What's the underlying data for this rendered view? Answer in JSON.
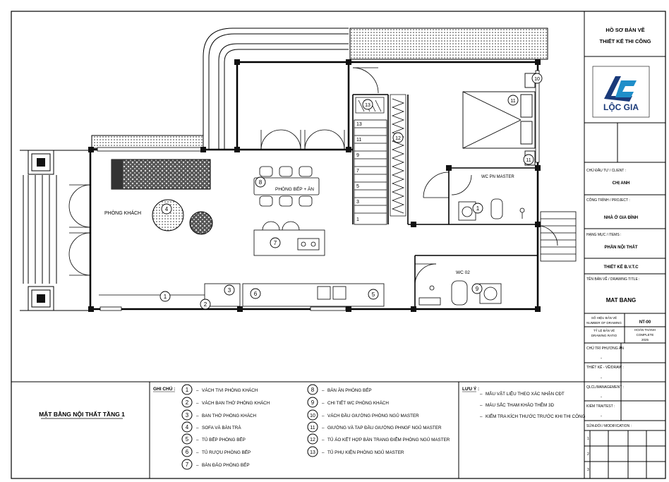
{
  "title_block": {
    "header_line1": "HỒ SƠ BẢN VẼ",
    "header_line2": "THIẾT KẾ THI CÔNG",
    "logo_text": "LỘC GIA",
    "client_label": "CHỦ ĐẦU TƯ / CLIENT :",
    "client_value": "CHỊ ANH",
    "project_label": "CÔNG TRÌNH / PROJECT :",
    "project_value": "NHÀ Ở GIA ĐÌNH",
    "category_label": "HẠNG MỤC / ITEMS :",
    "category_value": "PHẦN NỘI THẤT",
    "stage_value": "THIẾT KẾ B.V.T.C",
    "drawing_title_label": "TÊN BẢN VẼ / DRAWING TITLE :",
    "drawing_title_value": "MAT BANG",
    "drawing_no_label_1": "SỐ HIỆU BẢN VẼ",
    "drawing_no_label_2": "NUMBER OF DRAWING",
    "drawing_no_value": "NT-00",
    "ratio_label_1": "TỶ LỆ BẢN VẼ",
    "ratio_label_2": "DRAWING RATIO",
    "complete_label_1": "HOÀN THÀNH",
    "complete_label_2": "COMPLETE",
    "complete_year": "2025",
    "manager_label": "CHỦ TRÌ PHƯƠNG ÁN",
    "dash": "-",
    "design_label": "THIẾT KẾ - VẼ/DRAW :",
    "qa_label": "QLCL/MANAGEMENT :",
    "check_label": "KIỂM TRA/TEST :",
    "modify_label": "SỬA ĐỔI / MODIFICATION :",
    "modify_rows": [
      "1",
      "2",
      "3"
    ]
  },
  "plan": {
    "rooms": {
      "living": "PHÒNG KHÁCH",
      "kitchen": "PHÒNG BẾP + ĂN",
      "wc_master": "WC PN MASTER",
      "wc02": "WC 02"
    },
    "stair_numbers": [
      "13",
      "11",
      "9",
      "7",
      "5",
      "3",
      "1"
    ],
    "tags": [
      "1",
      "2",
      "3",
      "4",
      "5",
      "6",
      "7",
      "8",
      "9",
      "10",
      "11",
      "11",
      "12",
      "13",
      "1"
    ]
  },
  "bottom": {
    "sheet_title": "MẶT BẰNG NỘI THẤT TẦNG 1",
    "legend_heading": "GHI CHÚ :",
    "legend_col1": [
      {
        "num": "1",
        "text": "VÁCH TIVI PHÒNG KHÁCH"
      },
      {
        "num": "2",
        "text": "VÁCH BAN THỜ PHÒNG KHÁCH"
      },
      {
        "num": "3",
        "text": "BAN THỜ PHÒNG KHÁCH"
      },
      {
        "num": "4",
        "text": "SOFA VÀ BÀN TRÀ"
      },
      {
        "num": "5",
        "text": "TỦ BẾP PHÒNG BẾP"
      },
      {
        "num": "6",
        "text": "TỦ RƯỢU PHÒNG BẾP"
      },
      {
        "num": "7",
        "text": "BÀN ĐẢO PHÒNG BẾP"
      }
    ],
    "legend_col2": [
      {
        "num": "8",
        "text": "BÀN ĂN PHÒNG BẾP"
      },
      {
        "num": "9",
        "text": "CHI TIẾT WC PHÒNG KHÁCH"
      },
      {
        "num": "10",
        "text": "VÁCH ĐẦU GIƯỜNG PHÒNG NGỦ MASTER"
      },
      {
        "num": "11",
        "text": "GIƯỜNG VÀ TAP ĐẦU GIƯỜNG PHNGF NGỦ MASTER"
      },
      {
        "num": "12",
        "text": "TỦ ÁO KẾT HỢP BÀN TRANG ĐIỂM PHÒNG NGỦ MASTER"
      },
      {
        "num": "13",
        "text": "TỦ PHỤ KIỆN PHÒNG NGỦ MASTER"
      }
    ],
    "notes_heading": "LƯU Ý :",
    "notes": [
      "MẪU VẬT LIỆU THEO XÁC NHẬN CĐT",
      "MÀU SẮC THAM KHẢO THÊM 3D",
      "KIỂM TRA KÍCH THƯỚC TRƯỚC KHI THI CÔNG"
    ]
  }
}
